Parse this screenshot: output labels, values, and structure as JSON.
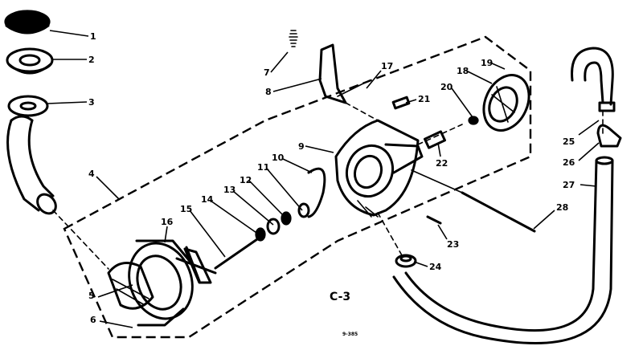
{
  "diagram": {
    "caption": "C-3",
    "drawing_code": "9-385",
    "callouts": [
      "1",
      "2",
      "3",
      "4",
      "5",
      "6",
      "7",
      "8",
      "9",
      "10",
      "11",
      "12",
      "13",
      "14",
      "15",
      "16",
      "17",
      "18",
      "19",
      "20",
      "21",
      "22",
      "23",
      "24",
      "25",
      "26",
      "27",
      "28"
    ]
  }
}
